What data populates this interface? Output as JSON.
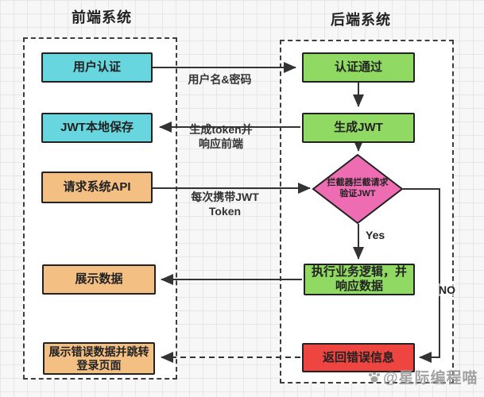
{
  "columns": {
    "frontend": {
      "title": "前端系统"
    },
    "backend": {
      "title": "后端系统"
    }
  },
  "nodes": {
    "user_auth": {
      "label": "用户认证"
    },
    "jwt_save": {
      "label": "JWT本地保存"
    },
    "request_api": {
      "label": "请求系统API"
    },
    "show_data": {
      "label": "展示数据"
    },
    "show_error": {
      "label": "展示错误数据并跳转登录页面"
    },
    "auth_pass": {
      "label": "认证通过"
    },
    "gen_jwt": {
      "label": "生成JWT"
    },
    "interceptor": {
      "line1": "拦截器拦截请求",
      "line2": "验证JWT"
    },
    "exec_logic": {
      "line1": "执行业务逻辑，并",
      "line2": "响应数据"
    },
    "return_error": {
      "label": "返回错误信息"
    }
  },
  "edge_labels": {
    "username_password": "用户名&密码",
    "gen_token_line1": "生成token并",
    "gen_token_line2": "响应前端",
    "carry_jwt_line1": "每次携带JWT",
    "carry_jwt_line2": "Token",
    "yes": "Yes",
    "no": "NO"
  },
  "watermark": "@星际编程喵",
  "colors": {
    "node_cyan": "#68d6de",
    "node_green": "#90d962",
    "node_orange": "#f4bf83",
    "node_pink": "#ee6cb1",
    "node_red": "#ef4540",
    "line": "#333333",
    "border": "#222222",
    "grid": "#e7e7e7",
    "background": "#f7f7f7"
  }
}
